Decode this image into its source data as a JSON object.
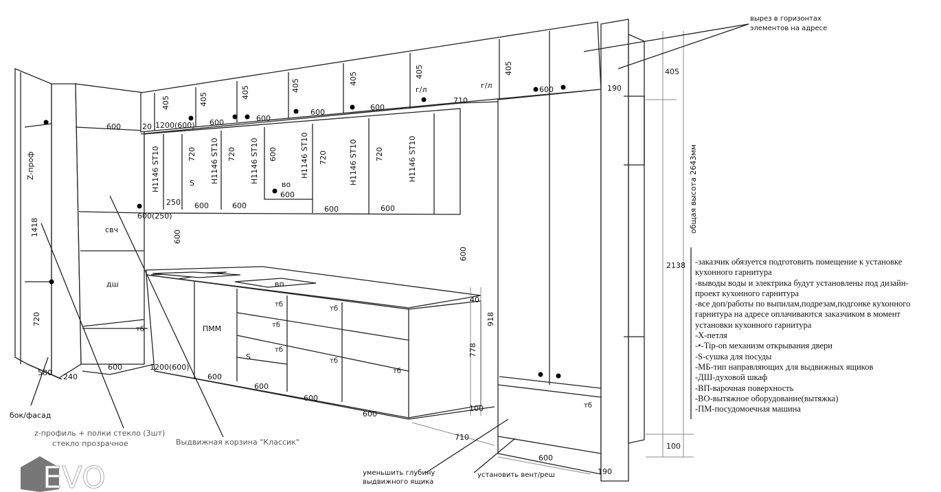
{
  "title_note": "вырез в горизонтах элементов на адресе",
  "title_note_lines": [
    "вырез в горизонтах",
    "элементов на адресе"
  ],
  "dimensions": {
    "total_height": "общая высота  2643мм",
    "h405": "405",
    "h2138": "2138",
    "h100": "100",
    "h190_top": "190",
    "h190_bottom": "190",
    "h600_right": "600",
    "h40": "40",
    "h918": "918",
    "h778": "778",
    "h100_base": "100",
    "d710_bottom": "710",
    "d600_bottom": "600",
    "d710_top": "710",
    "w600_base1": "600",
    "w600_base2": "600",
    "w600_base3": "600",
    "w600_base4": "600",
    "w1200_base": "1200(600)",
    "w600_tall": "600",
    "w240": "240",
    "w580": "580",
    "h1418": "1418",
    "h720_left": "720",
    "h600_mid": "600",
    "w600_top1": "600",
    "w20": "20",
    "w1200_top": "1200(600)",
    "w600_top2": "600",
    "w600_top3": "600",
    "w600_top4": "600",
    "w600_top5": "600",
    "w600_top6": "600",
    "h405_a": "405",
    "h405_b": "405",
    "h405_c": "405",
    "h405_d": "405",
    "h405_e": "405",
    "h405_f": "405",
    "h405_g": "405",
    "w600_250": "600(250)",
    "w250": "250",
    "w600_u1": "600",
    "w600_u2": "600",
    "w600_u3": "600",
    "w600_u4": "600",
    "w600_u5": "600",
    "h720_a": "720",
    "h720_b": "720",
    "h720_c": "720",
    "h720_d": "720",
    "h600_vo": "600"
  },
  "codes": {
    "h1146_1": "H1146 ST10",
    "h1146_2": "H1146 ST10",
    "h1146_3": "H1146 ST10",
    "h1146_4": "H1146 ST10",
    "h1146_5": "H1146 ST10",
    "h1146_6": "H1146 ST10",
    "z_prof": "Z-проф",
    "gl1": "г/л",
    "gl2": "г/л",
    "s_upper": "S",
    "s_base": "S",
    "vo": "во",
    "vp": "вп",
    "svch": "свч",
    "dsh": "дш",
    "pmm": "ПММ",
    "tb1": "тб",
    "tb2": "тб",
    "tb3": "тб",
    "tb4": "тб",
    "tb5": "тб",
    "tb6": "тб",
    "tb7": "тб",
    "tb8": "тб"
  },
  "callouts": {
    "side_facade": "бок/фасад",
    "z_profile": "z-профиль + полки стекло (3шт)",
    "glass": "стекло прозрачное",
    "basket": "Выдвижная корзина \"Классик\"",
    "reduce_depth_1": "уменьшить глубину",
    "reduce_depth_2": "выдвижного ящика",
    "vent": "установить вент/реш"
  },
  "watermark": "EVO",
  "notes": [
    "-заказчик обязуется подготовить помещение к установке",
    "кухонного гарнитура",
    "-выводы воды и электрика будут установлены под дизайн-",
    "проект кухонного гарнитура",
    "-все доп/работы по выпилам,подрезам,подгонке кухонного",
    "гарнитура на адресе оплачиваются заказчиком в момент",
    "установки кухонного гарнитура",
    "-Х-петля",
    "-•-Tip-on механизм открывания двери",
    "-S-сушка для посуды",
    "-МБ-тип направляющих для выдвижных ящиков",
    "-ДШ-духовой шкаф",
    "-ВП-варочная поверхность",
    "-ВО-вытяжное оборудование(вытяжка)",
    "-ПМ-посудомоечная машина"
  ]
}
